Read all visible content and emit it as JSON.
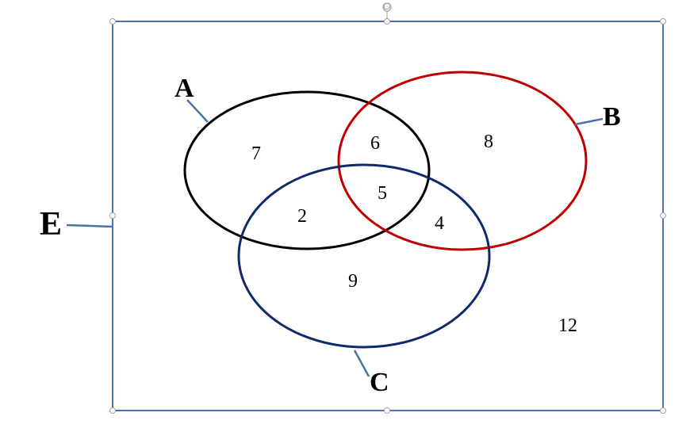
{
  "universe": {
    "label": "E",
    "outside_value": "12"
  },
  "sets": {
    "a": {
      "label": "A",
      "color": "#000000"
    },
    "b": {
      "label": "B",
      "color": "#c00000"
    },
    "c": {
      "label": "C",
      "color": "#0f2a6b"
    }
  },
  "regions": {
    "a_only": "7",
    "a_b": "6",
    "b_only": "8",
    "a_b_c": "5",
    "a_c": "2",
    "b_c": "4",
    "c_only": "9"
  },
  "colors": {
    "frame": "#4a74a8",
    "leader": "#4a74a8"
  }
}
